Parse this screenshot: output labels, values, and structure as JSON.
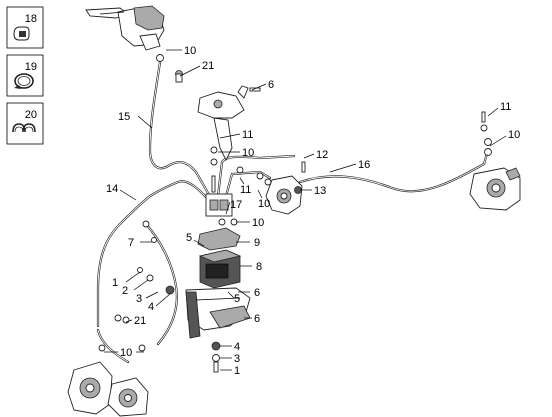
{
  "legend": [
    {
      "number": "18",
      "icon": "hose-clip-icon"
    },
    {
      "number": "19",
      "icon": "hose-clamp-icon"
    },
    {
      "number": "20",
      "icon": "double-clip-icon"
    }
  ],
  "callouts": {
    "c10a": "10",
    "c21a": "21",
    "c6a": "6",
    "c15": "15",
    "c11a": "11",
    "c10b": "10",
    "c12": "12",
    "c16": "16",
    "c11b": "11",
    "c10c": "10",
    "c13": "13",
    "c11c": "11",
    "c10d": "10",
    "c14": "14",
    "c17": "17",
    "c10e": "10",
    "c7": "7",
    "c5a": "5",
    "c9": "9",
    "c8": "8",
    "c1a": "1",
    "c2": "2",
    "c3a": "3",
    "c4a": "4",
    "c5b": "5",
    "c6b": "6",
    "c21b": "21",
    "c6c": "6",
    "c10f": "10",
    "c4b": "4",
    "c3b": "3",
    "c1b": "1"
  }
}
